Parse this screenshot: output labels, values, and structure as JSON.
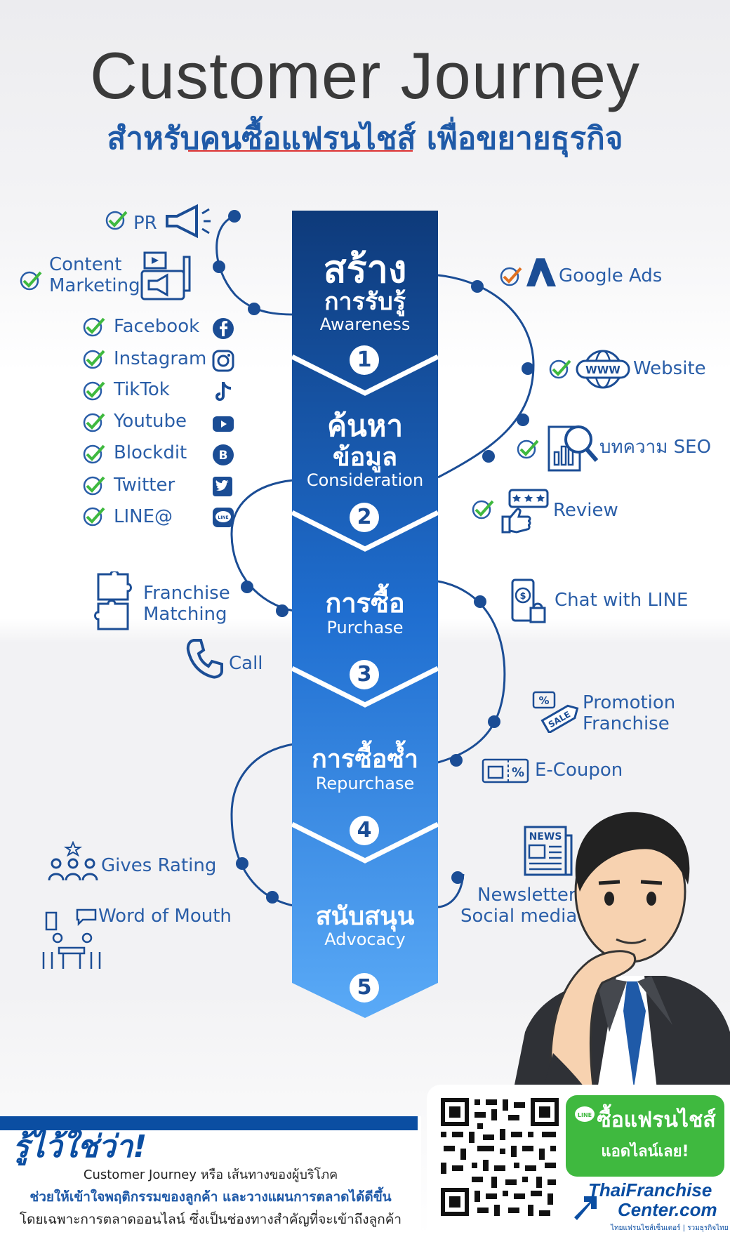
{
  "header": {
    "title": "Customer Journey",
    "subtitle": "สำหรับคนซื้อแฟรนไชส์ เพื่อขยายธุรกิจ"
  },
  "stages": [
    {
      "th": "สร้าง",
      "th2": "การรับรู้",
      "en": "Awareness",
      "num": "1"
    },
    {
      "th": "ค้นหา",
      "th2": "ข้อมูล",
      "en": "Consideration",
      "num": "2"
    },
    {
      "th": "การซื้อ",
      "th2": "",
      "en": "Purchase",
      "num": "3"
    },
    {
      "th": "การซื้อซ้ำ",
      "th2": "",
      "en": "Repurchase",
      "num": "4"
    },
    {
      "th": "สนับสนุน",
      "th2": "",
      "en": "Advocacy",
      "num": "5"
    }
  ],
  "left_items": {
    "pr": "PR",
    "content1": "Content",
    "content2": "Marketing",
    "social": [
      "Facebook",
      "Instagram",
      "TikTok",
      "Youtube",
      "Blockdit",
      "Twitter",
      "LINE@"
    ],
    "franchise1": "Franchise",
    "franchise2": "Matching",
    "call": "Call",
    "rating": "Gives Rating",
    "wom": "Word of Mouth"
  },
  "right_items": {
    "google": "Google Ads",
    "website": "Website",
    "website_icon": "WWW",
    "seo": "บทความ SEO",
    "review": "Review",
    "chat": "Chat with LINE",
    "promo1": "Promotion",
    "promo2": "Franchise",
    "promo_icon": "SALE",
    "ecoupon": "E-Coupon",
    "news_icon": "NEWS",
    "newsletter1": "Newsletter",
    "newsletter2": "Social media"
  },
  "footer": {
    "heading": "รู้ไว้ใช่ว่า!",
    "line1": "Customer Journey หรือ เส้นทางของผู้บริโภค",
    "line2": "ช่วยให้เข้าใจพฤติกรรมของลูกค้า และวางแผนการตลาดได้ดีขึ้น",
    "line3": "โดยเฉพาะการตลาดออนไลน์ ซึ่งเป็นช่องทางสำคัญที่จะเข้าถึงลูกค้า",
    "cta1": "ซื้อแฟรนไชส์",
    "cta2": "แอดไลน์เลย!",
    "line_badge": "LINE",
    "brand1": "ThaiFranchise",
    "brand2": "Center.com",
    "brand3": "ไทยแฟรนไชส์เซ็นเตอร์ | รวมธุรกิจไทย"
  },
  "colors": {
    "title": "#3a3a3a",
    "accent": "#1f5aa8",
    "stage_top": "#0e3a7a",
    "stage_bottom": "#4ea3f5",
    "line_green": "#3fb93f"
  }
}
